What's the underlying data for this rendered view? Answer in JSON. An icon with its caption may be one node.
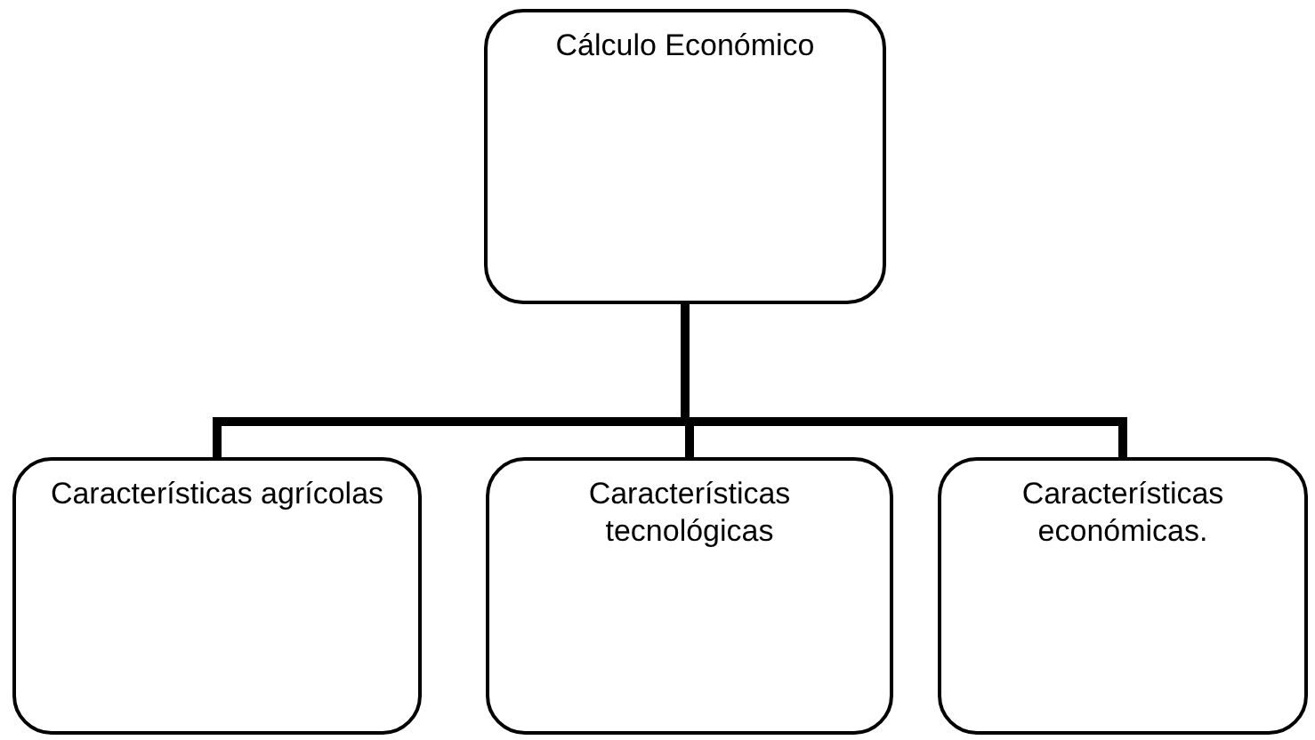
{
  "diagram": {
    "nodes": [
      {
        "text": [
          "Cálculo Económico"
        ]
      },
      {
        "text": [
          "Características agrícolas"
        ]
      },
      {
        "text": [
          "Características tecnológicas"
        ]
      },
      {
        "text": [
          "Características económicas."
        ]
      }
    ],
    "edges": [
      {
        "from": 0,
        "to": 1,
        "arrow": "none"
      },
      {
        "from": 0,
        "to": 2,
        "arrow": "none"
      },
      {
        "from": 0,
        "to": 3,
        "arrow": "none"
      }
    ]
  }
}
